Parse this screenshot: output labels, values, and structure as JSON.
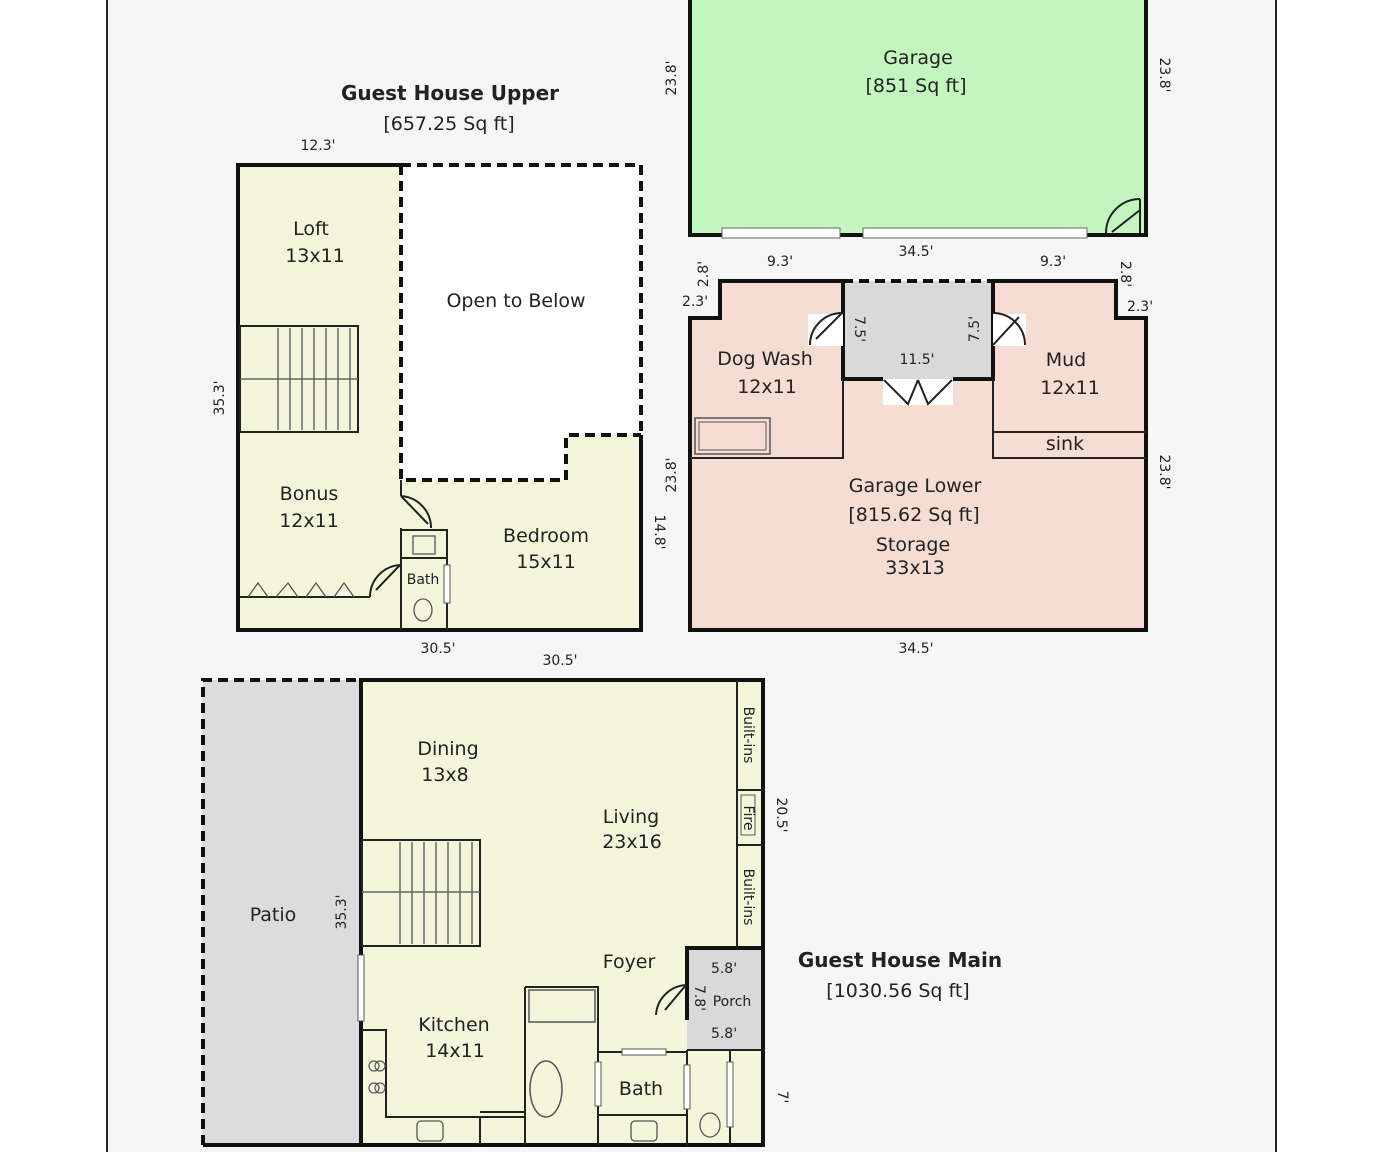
{
  "colors": {
    "upper": "#f4f6dc",
    "garage": "#c3f5bf",
    "garage_lower": "#f6ddd3",
    "vestibule": "#d9d9d9",
    "patio": "#dcdcdc",
    "page": "#f6f6f6"
  },
  "guest_upper": {
    "title": "Guest House Upper",
    "area": "[657.25 Sq ft]",
    "rooms": {
      "loft": "Loft",
      "loft_size": "13x11",
      "open": "Open to Below",
      "bonus": "Bonus",
      "bonus_size": "12x11",
      "bath": "Bath",
      "bedroom": "Bedroom",
      "bedroom_size": "15x11"
    },
    "dims": {
      "top": "12.3'",
      "left": "35.3'",
      "bottom": "30.5'",
      "right": "14.8'"
    }
  },
  "garage": {
    "title": "Garage",
    "area": "[851 Sq ft]",
    "dims": {
      "left": "23.8'",
      "right": "23.8'",
      "bottom": "34.5'"
    }
  },
  "garage_lower": {
    "title": "Garage Lower",
    "area": "[815.62 Sq ft]",
    "rooms": {
      "dog_wash": "Dog Wash",
      "dog_wash_size": "12x11",
      "mud": "Mud",
      "mud_size": "12x11",
      "sink": "sink",
      "storage": "Storage",
      "storage_size": "33x13"
    },
    "dims": {
      "top_left": "9.3'",
      "top_right": "9.3'",
      "notch_l_v": "2.8'",
      "notch_l_h": "2.3'",
      "notch_r_v": "2.8'",
      "notch_r_h": "2.3'",
      "vest_l": "7.5'",
      "vest_r": "7.5'",
      "vest_w": "11.5'",
      "left": "23.8'",
      "right": "23.8'",
      "bottom": "34.5'"
    }
  },
  "guest_main": {
    "title": "Guest House Main",
    "area": "[1030.56 Sq ft]",
    "rooms": {
      "patio": "Patio",
      "dining": "Dining",
      "dining_size": "13x8",
      "living": "Living",
      "living_size": "23x16",
      "builtins1": "Built-ins",
      "fire": "Fire",
      "builtins2": "Built-ins",
      "foyer": "Foyer",
      "porch": "Porch",
      "kitchen": "Kitchen",
      "kitchen_size": "14x11",
      "bath": "Bath"
    },
    "dims": {
      "top": "30.5'",
      "left": "35.3'",
      "right": "20.5'",
      "porch_top": "5.8'",
      "porch_bottom": "5.8'",
      "porch_side": "7.8'",
      "right_low": "7'"
    }
  }
}
